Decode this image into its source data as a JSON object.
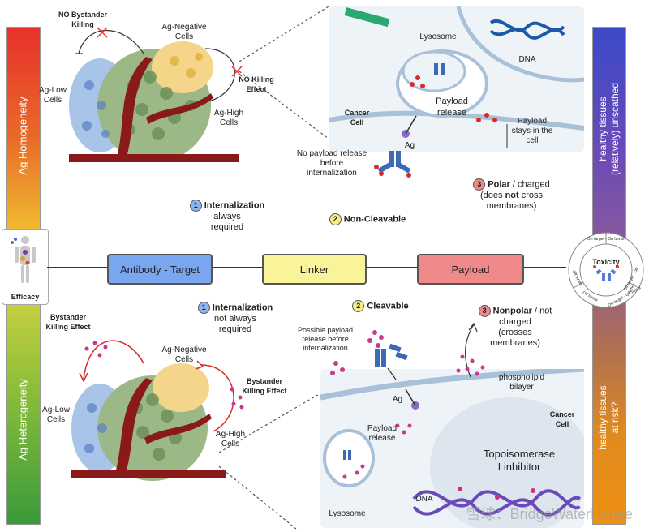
{
  "left_bar": {
    "top_label": "Ag Homogeneity",
    "bottom_label": "Ag Heterogeneity",
    "efficacy_label": "Efficacy"
  },
  "right_bar": {
    "top_label_line1": "healthy tissues",
    "top_label_line2": "(relatively) unscathed",
    "bottom_label_line1": "healthy tissues",
    "bottom_label_line2": "at risk?",
    "toxicity_label": "Toxicity",
    "ring_on_target_on_tumor": "On target - On tumor",
    "ring_off_target": "Off target",
    "ring_off_tumor": "Off tumor",
    "ring_on_target_off_tumor": "On target - Off tumor",
    "ring_off_target_off_tumor": "Off target - Off tumor"
  },
  "center_line": {
    "antibody_target": "Antibody - Target",
    "linker": "Linker",
    "payload": "Payload"
  },
  "top_half": {
    "no_bystander_killing": "NO Bystander Killing",
    "ag_negative_cells": "Ag-Negative Cells",
    "ag_low_cells": "Ag-Low Cells",
    "no_killing_effect": "NO Killing Effect",
    "ag_high_cells": "Ag-High Cells",
    "internalization_num": "1",
    "internalization_title": "Internalization",
    "internalization_sub1": "always",
    "internalization_sub2": "required",
    "non_cleavable_num": "2",
    "non_cleavable": "Non-Cleavable",
    "polar_num": "3",
    "polar_bold": "Polar",
    "polar_rest": " / charged",
    "polar_line2_pre": "(does ",
    "polar_line2_bold": "not",
    "polar_line2_post": " cross",
    "polar_line3": "membranes)",
    "lysosome": "Lysosome",
    "dna": "DNA",
    "payload_release": "Payload release",
    "cancer_cell": "Cancer Cell",
    "ag": "Ag",
    "payload_stays": "Payload stays in the cell",
    "no_payload_release": "No payload release before internalization"
  },
  "bottom_half": {
    "bystander_killing_effect_left": "Bystander Killing Effect",
    "ag_negative_cells": "Ag-Negative Cells",
    "ag_low_cells": "Ag-Low Cells",
    "bystander_killing_effect_right": "Bystander Killing Effect",
    "ag_high_cells": "Ag-High Cells",
    "internalization_num": "1",
    "internalization_title": "Internalization",
    "internalization_sub1": "not always",
    "internalization_sub2": "required",
    "cleavable_num": "2",
    "cleavable": "Cleavable",
    "nonpolar_num": "3",
    "nonpolar_bold": "Nonpolar",
    "nonpolar_rest": " / not",
    "nonpolar_line2": "charged",
    "nonpolar_line3": "(crosses",
    "nonpolar_line4": "membranes)",
    "possible_release": "Possible payload release before internalization",
    "ag": "Ag",
    "phospholipid": "phospholipid bilayer",
    "cancer_cell": "Cancer Cell",
    "payload_release": "Payload release",
    "topo_line1": "Topoisomerase",
    "topo_line2": "I inhibitor",
    "lysosome": "Lysosome",
    "dna": "DNA"
  },
  "watermark": "雪球：BridgeWaterHouse",
  "colors": {
    "antibody_box": "#7aa6f0",
    "linker_box": "#f9f39a",
    "payload_box": "#f08a8a",
    "num_blue": "#8fb3ee",
    "num_yellow": "#f4ec86",
    "num_red": "#f08888"
  }
}
